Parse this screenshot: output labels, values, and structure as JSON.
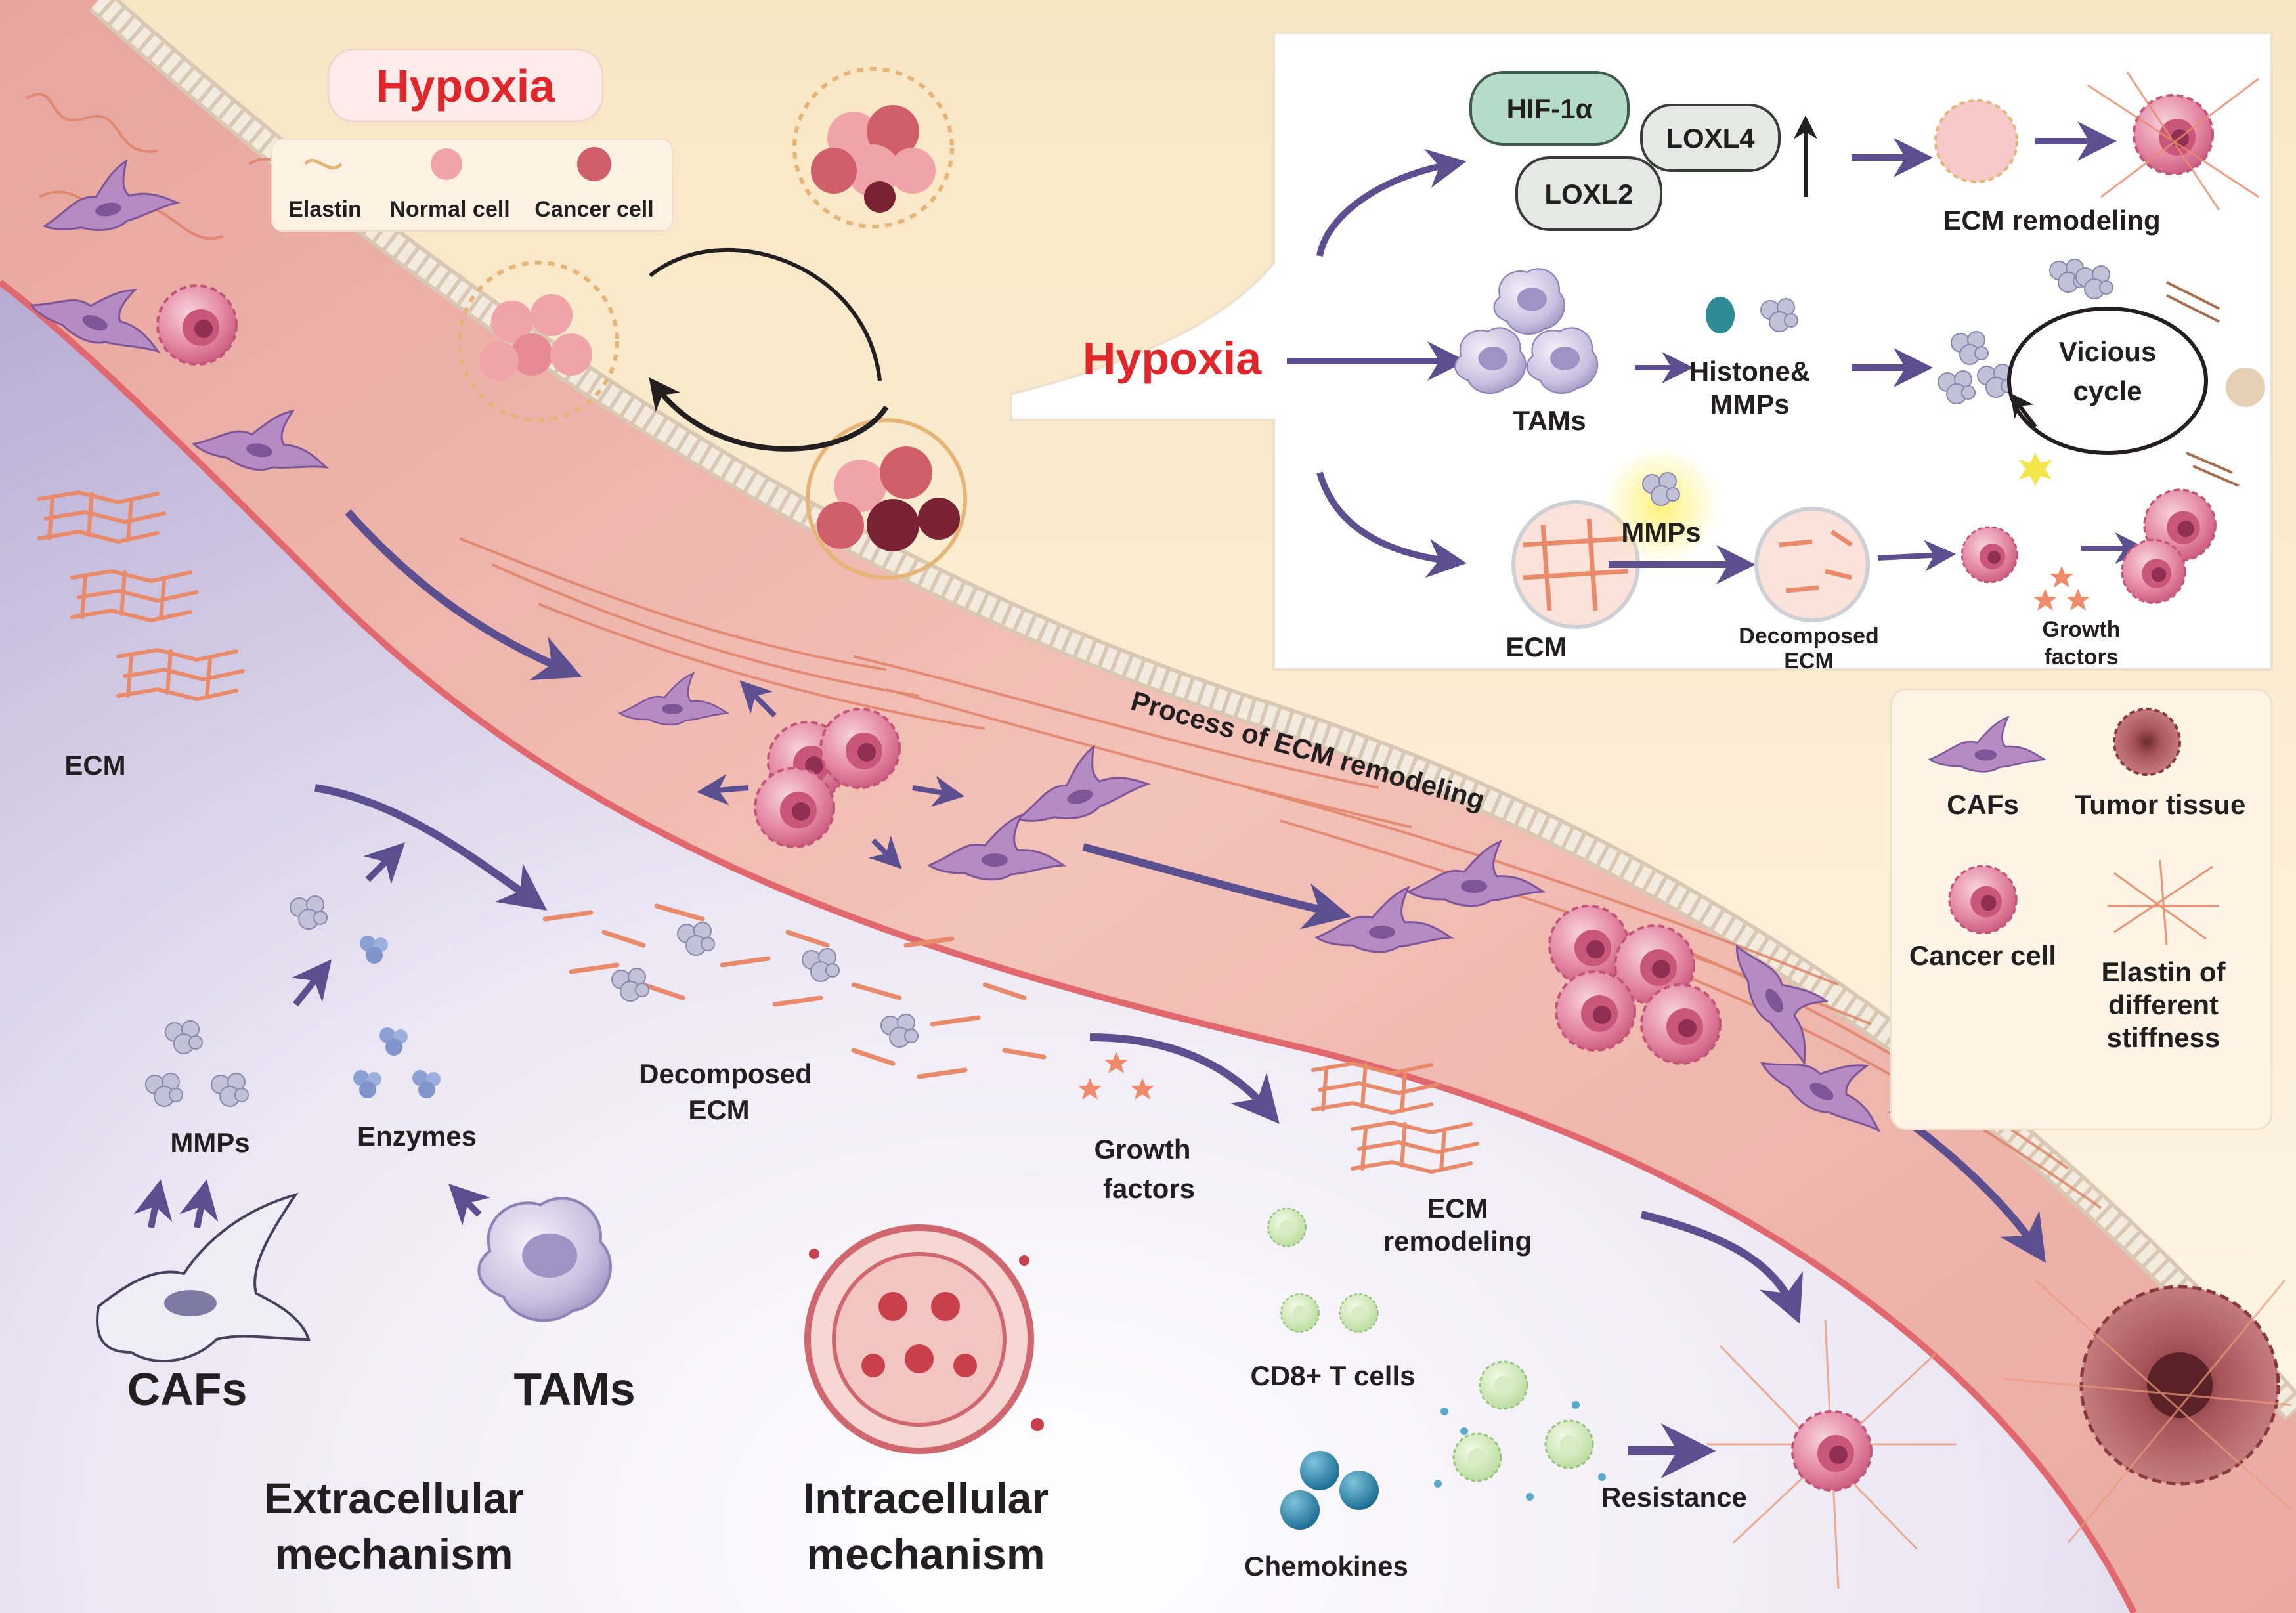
{
  "hypoxia_legend": {
    "title": "Hypoxia",
    "items": [
      "Elastin",
      "Normal cell",
      "Cancer cell"
    ]
  },
  "mechanism_panel": {
    "hypoxia_label": "Hypoxia",
    "hif": "HIF-1α",
    "loxl4": "LOXL4",
    "loxl2": "LOXL2",
    "ecm_remodeling": "ECM remodeling",
    "tams": "TAMs",
    "histone_line1": "Histone&",
    "histone_line2": "MMPs",
    "vicious_line1": "Vicious",
    "vicious_line2": "cycle",
    "mmps": "MMPs",
    "ecm": "ECM",
    "decomposed_line1": "Decomposed",
    "decomposed_line2": "ECM",
    "growth_line1": "Growth",
    "growth_line2": "factors"
  },
  "process_title": "Process of ECM remodeling",
  "cell_legend": {
    "cafs": "CAFs",
    "tumor": "Tumor tissue",
    "cancer": "Cancer cell",
    "elastin_line1": "Elastin of",
    "elastin_line2": "different",
    "elastin_line3": "stiffness"
  },
  "lower": {
    "ecm": "ECM",
    "decomposed_line1": "Decomposed",
    "decomposed_line2": "ECM",
    "mmps": "MMPs",
    "enzymes": "Enzymes",
    "growth_line1": "Growth",
    "growth_line2": "factors",
    "ecm_rem_line1": "ECM",
    "ecm_rem_line2": "remodeling",
    "cd8": "CD8+ T cells",
    "chemokines": "Chemokines",
    "resistance": "Resistance",
    "cafs": "CAFs",
    "tams": "TAMs",
    "extra_line1": "Extracellular",
    "extra_line2": "mechanism",
    "intra_line1": "Intracellular",
    "intra_line2": "mechanism"
  },
  "colors": {
    "hypoxia_red": "#e0262a",
    "arrow_purple": "#5b4f8f",
    "fiber_orange": "#e98a6a",
    "band_pink": "#f0b8b0",
    "lavender": "#c9c0e0",
    "cream": "#fbeed3"
  }
}
